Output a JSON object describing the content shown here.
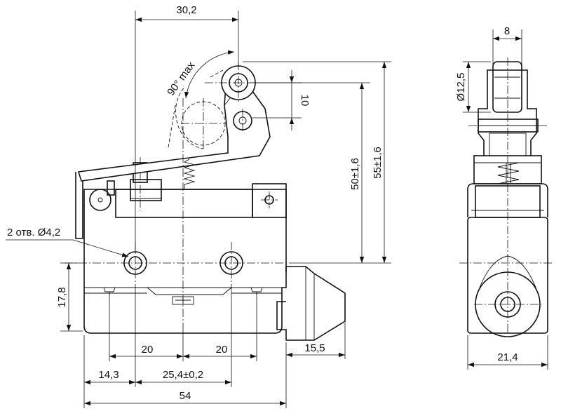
{
  "dimensions": {
    "top_width": "30,2",
    "angle": "90° max",
    "offset_10": "10",
    "height_50": "50±1,6",
    "height_55": "55±1,6",
    "holes": "2 отв. Ø4,2",
    "height_17_8": "17,8",
    "spacing_20_left": "20",
    "spacing_20_right": "20",
    "offset_14_3": "14,3",
    "hole_spacing": "25,4±0,2",
    "total_width": "54",
    "plunger_15_5": "15,5",
    "roller_width": "8",
    "roller_diameter": "Ø12,5",
    "side_width": "21,4"
  }
}
